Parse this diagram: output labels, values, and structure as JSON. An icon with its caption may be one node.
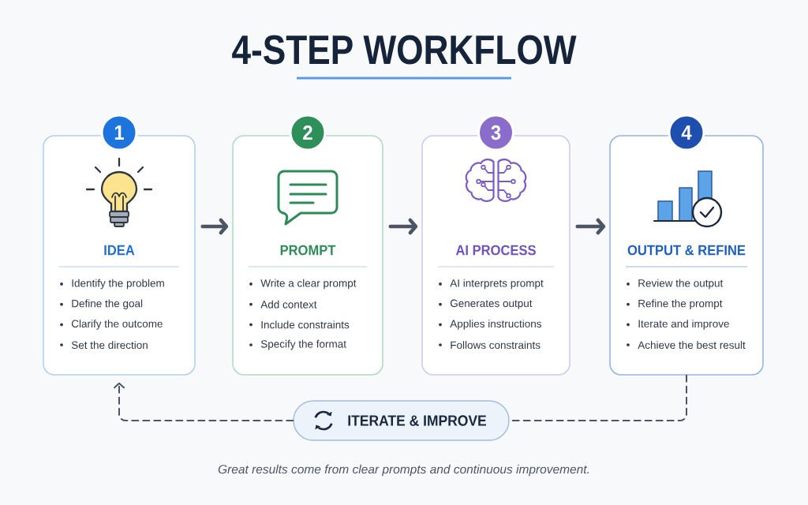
{
  "diagram": {
    "title": "4-STEP WORKFLOW",
    "nodes": [
      {
        "text": [
          "1"
        ]
      },
      {
        "text": [
          "IDEA",
          "Identify the problem",
          "Define the goal",
          "Clarify the outcome",
          "Set the direction"
        ]
      },
      {
        "text": [
          "2"
        ]
      },
      {
        "text": [
          "PROMPT",
          "Write a clear prompt",
          "Add context",
          "Include constraints",
          "Specify the format"
        ]
      },
      {
        "text": [
          "3"
        ]
      },
      {
        "text": [
          "AI PROCESS",
          "AI interprets prompt",
          "Generates output",
          "Applies instructions",
          "Follows constraints"
        ]
      },
      {
        "text": [
          "4"
        ]
      },
      {
        "text": [
          "OUTPUT & REFINE",
          "Review the output",
          "Refine the prompt",
          "Iterate and improve",
          "Achieve the best result"
        ]
      },
      {
        "text": [
          "ITERATE & IMPROVE"
        ]
      }
    ],
    "edges": [
      {
        "from": 1,
        "to": 3,
        "arrow": "to"
      },
      {
        "from": 3,
        "to": 5,
        "arrow": "to"
      },
      {
        "from": 5,
        "to": 7,
        "arrow": "to"
      },
      {
        "from": 7,
        "to": 8,
        "arrow": "none",
        "style": "dashed"
      },
      {
        "from": 8,
        "to": 1,
        "arrow": "to",
        "style": "dashed"
      }
    ],
    "caption": "Great results come from clear prompts and continuous improvement."
  }
}
